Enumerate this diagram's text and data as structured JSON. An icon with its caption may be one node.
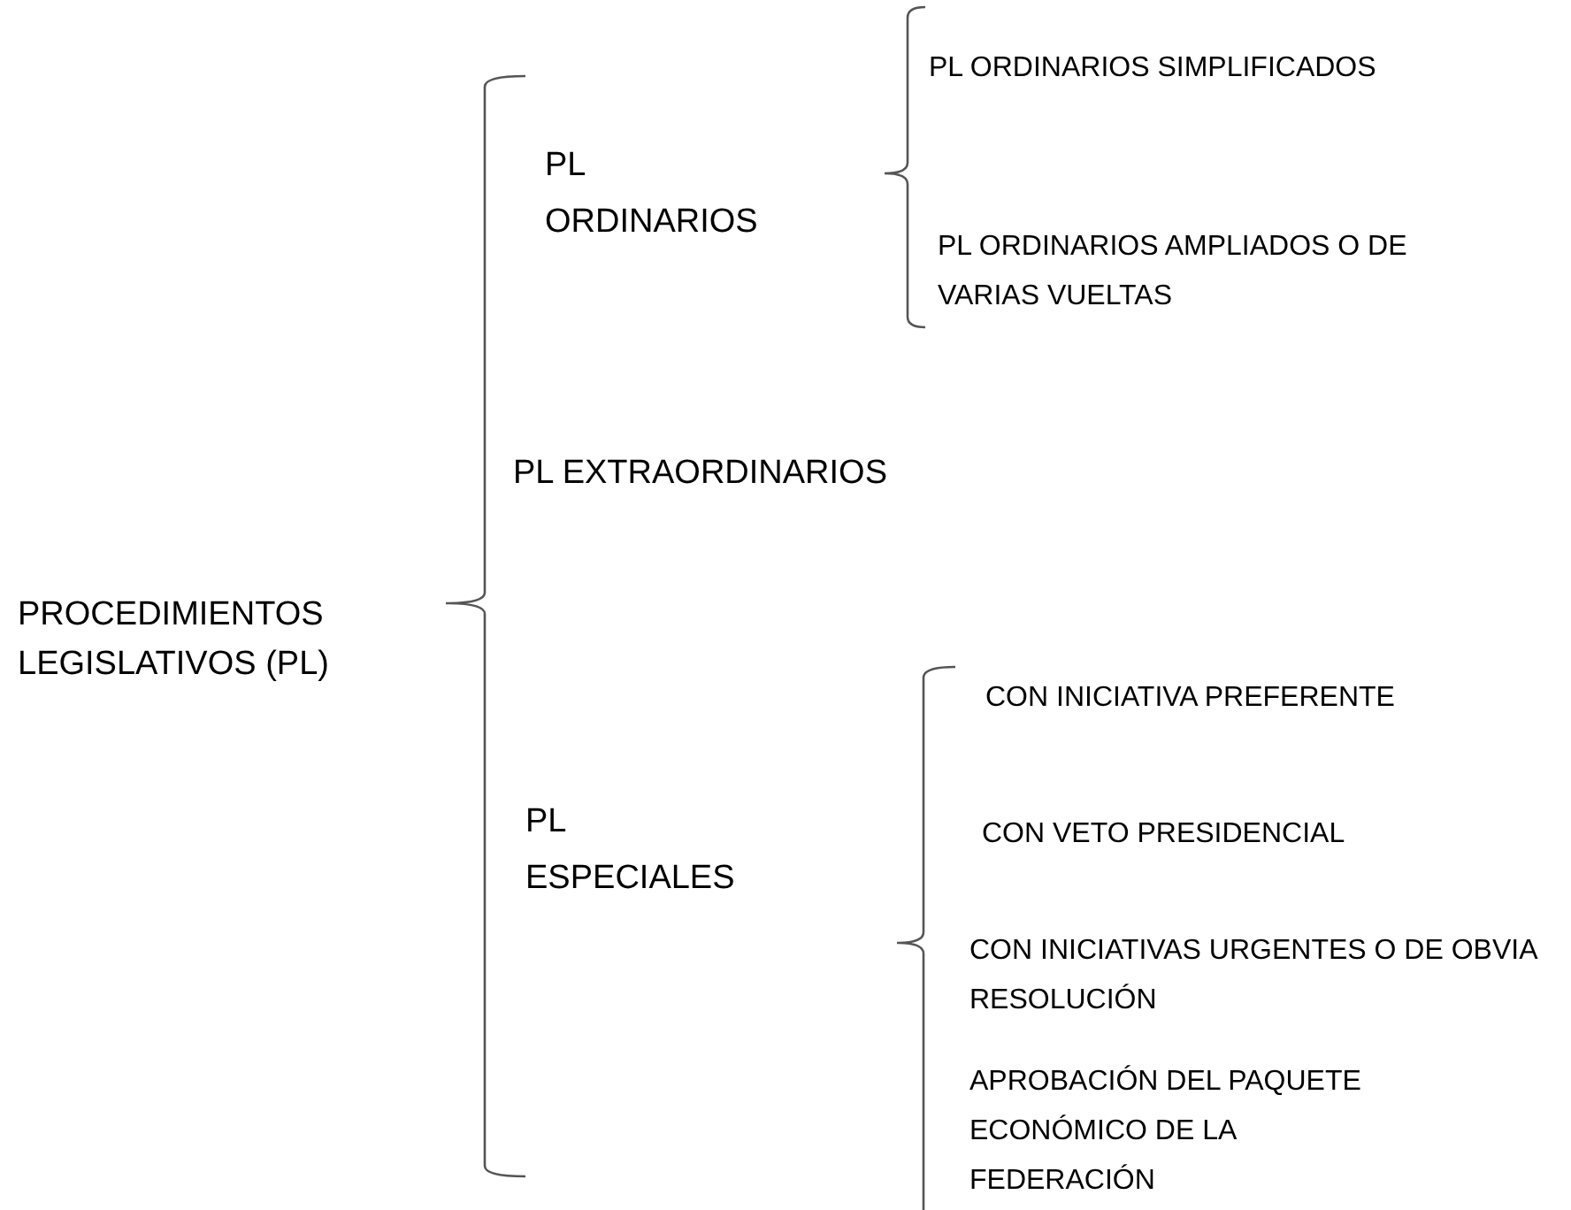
{
  "diagram": {
    "nodes": [
      {
        "text": [
          "PROCEDIMIENTOS LEGISLATIVOS (PL)"
        ]
      },
      {
        "text": [
          "PL ORDINARIOS"
        ]
      },
      {
        "text": [
          "PL EXTRAORDINARIOS"
        ]
      },
      {
        "text": [
          "PL ESPECIALES"
        ]
      },
      {
        "text": [
          "PL ORDINARIOS SIMPLIFICADOS"
        ]
      },
      {
        "text": [
          "PL ORDINARIOS AMPLIADOS O DE VARIAS VUELTAS"
        ]
      },
      {
        "text": [
          "CON INICIATIVA PREFERENTE"
        ]
      },
      {
        "text": [
          "CON VETO PRESIDENCIAL"
        ]
      },
      {
        "text": [
          "CON INICIATIVAS URGENTES O DE OBVIA RESOLUCIÓN"
        ]
      },
      {
        "text": [
          "APROBACIÓN DEL PAQUETE ECONÓMICO DE LA FEDERACIÓN"
        ]
      }
    ]
  }
}
